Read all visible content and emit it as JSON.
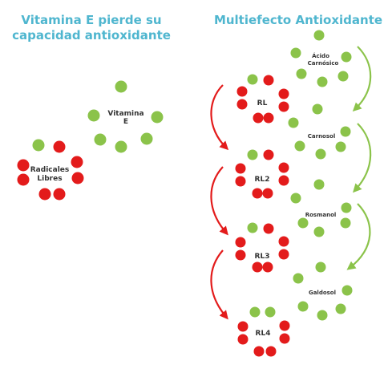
{
  "titles": {
    "left": "Vitamina E pierde su capacidad antioxidante",
    "right": "Multiefecto Antioxidante"
  },
  "labels": {
    "vitamina_e": [
      "Vitamina",
      "E"
    ],
    "radicales_libres": [
      "Radicales",
      "Libres"
    ],
    "acido_carnosico": [
      "Ácido",
      "Carnósico"
    ],
    "carnosol": "Carnosol",
    "rosmanol": "Rosmanol",
    "galdosol": "Galdosol",
    "rl": "RL",
    "rl2": "RL2",
    "rl3": "RL3",
    "rl4": "RL4"
  },
  "colors": {
    "title": "#4fb6cf",
    "antioxidant": "#8bc34a",
    "radical": "#e31b1b",
    "label": "#333333"
  }
}
